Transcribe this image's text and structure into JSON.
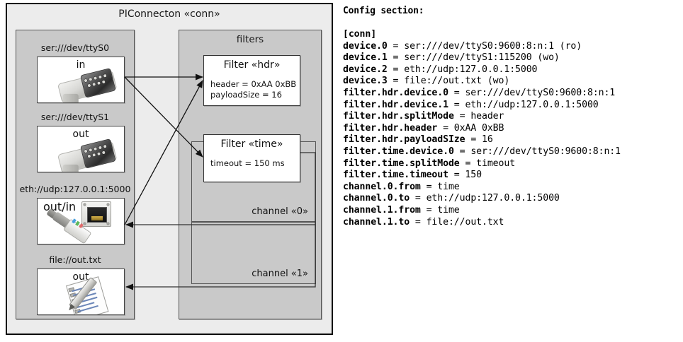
{
  "diagram": {
    "title": "PIConnecton «conn»",
    "devices_package": {
      "name": "devices-package",
      "items": [
        {
          "label": "ser:///dev/ttyS0",
          "caption": "in",
          "icon": "serial-db9-icon"
        },
        {
          "label": "ser:///dev/ttyS1",
          "caption": "out",
          "icon": "serial-db9-icon"
        },
        {
          "label": "eth://udp:127.0.0.1:5000",
          "caption": "out/in",
          "icon": "ethernet-rj45-icon"
        },
        {
          "label": "file://out.txt",
          "caption": "out",
          "icon": "text-file-icon"
        }
      ]
    },
    "filters_package": {
      "title": "filters",
      "filters": [
        {
          "title": "Filter «hdr»",
          "attrs": [
            "header = 0xAA 0xBB",
            "payloadSize = 16"
          ]
        },
        {
          "title": "Filter «time»",
          "attrs": [
            "timeout = 150 ms"
          ]
        }
      ],
      "channels": [
        {
          "label": "channel «0»"
        },
        {
          "label": "channel «1»"
        }
      ]
    },
    "colors": {
      "canvas": "#ececec",
      "package": "#c9c9c9",
      "node": "#ffffff",
      "stroke": "#000000"
    }
  },
  "config": {
    "heading": "Config section:",
    "lines": [
      {
        "key": "[conn]",
        "value": ""
      },
      {
        "key": "device.0",
        "value": " = ser:///dev/ttyS0:9600:8:n:1 (ro)"
      },
      {
        "key": "device.1",
        "value": " = ser:///dev/ttyS1:115200 (wo)"
      },
      {
        "key": "device.2",
        "value": " = eth://udp:127.0.0.1:5000"
      },
      {
        "key": "device.3",
        "value": " = file://out.txt (wo)"
      },
      {
        "key": "filter.hdr.device.0",
        "value": " = ser:///dev/ttyS0:9600:8:n:1"
      },
      {
        "key": "filter.hdr.device.1",
        "value": " = eth://udp:127.0.0.1:5000"
      },
      {
        "key": "filter.hdr.splitMode",
        "value": " = header"
      },
      {
        "key": "filter.hdr.header",
        "value": " = 0xAA 0xBB"
      },
      {
        "key": "filter.hdr.payloadSIze",
        "value": " = 16"
      },
      {
        "key": "filter.time.device.0",
        "value": " = ser:///dev/ttyS0:9600:8:n:1"
      },
      {
        "key": "filter.time.splitMode",
        "value": " = timeout"
      },
      {
        "key": "filter.time.timeout",
        "value": " = 150"
      },
      {
        "key": "channel.0.from",
        "value": " = time"
      },
      {
        "key": "channel.0.to",
        "value": " = eth://udp:127.0.0.1:5000"
      },
      {
        "key": "channel.1.from",
        "value": " = time"
      },
      {
        "key": "channel.1.to",
        "value": " = file://out.txt"
      }
    ]
  }
}
